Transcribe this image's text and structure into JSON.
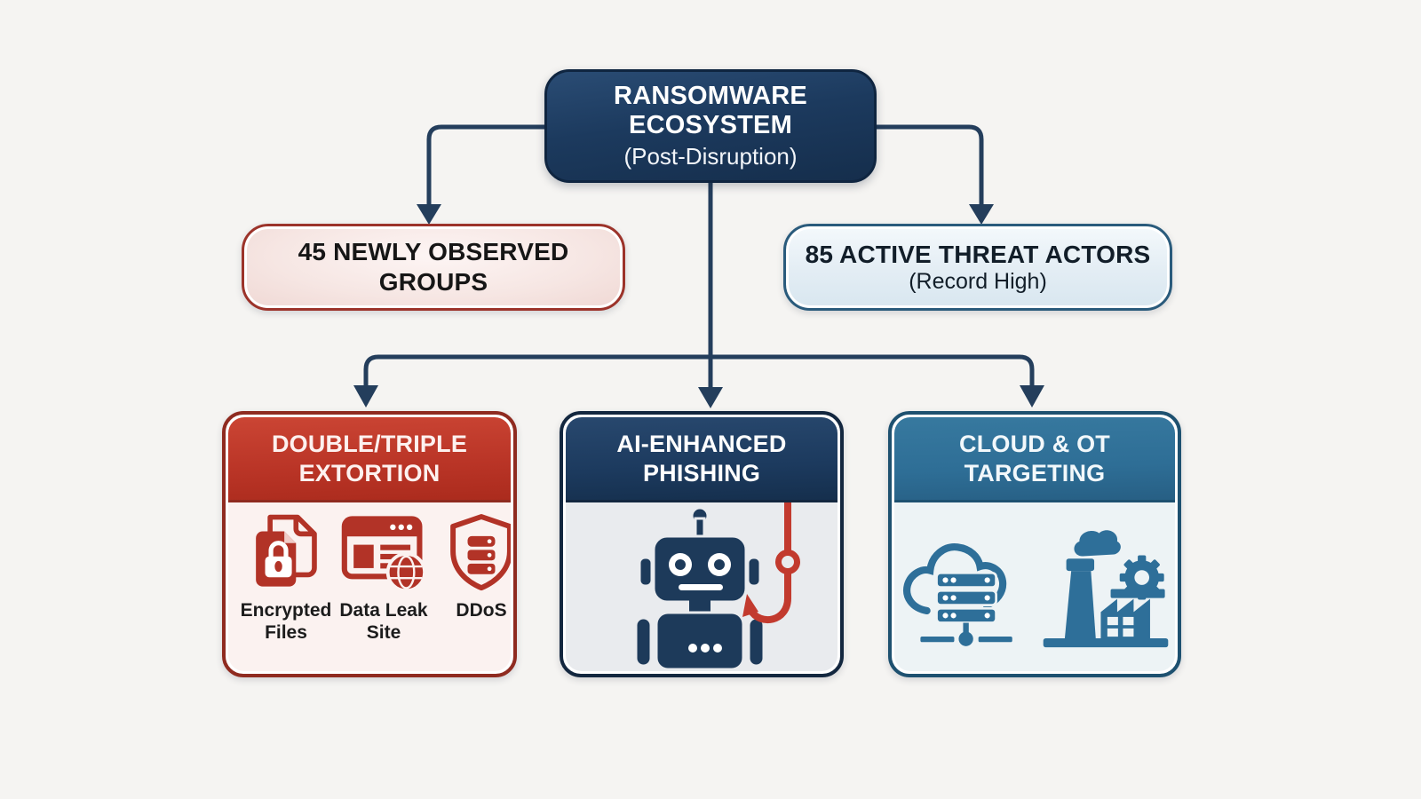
{
  "diagram": {
    "root": {
      "line1": "RANSOMWARE",
      "line2": "ECOSYSTEM",
      "subtitle": "(Post-Disruption)"
    },
    "groups_box": {
      "line1": "45 NEWLY OBSERVED",
      "line2": "GROUPS"
    },
    "actors_box": {
      "line1": "85 ACTIVE THREAT ACTORS",
      "line2": "(Record High)"
    },
    "extortion_box": {
      "line1": "DOUBLE/TRIPLE",
      "line2": "EXTORTION",
      "items": [
        {
          "icon": "encrypted-files-icon",
          "label": "Encrypted Files"
        },
        {
          "icon": "data-leak-site-icon",
          "label": "Data Leak Site"
        },
        {
          "icon": "ddos-shield-icon",
          "label": "DDoS"
        }
      ]
    },
    "phishing_box": {
      "line1": "AI-ENHANCED",
      "line2": "PHISHING",
      "icons": [
        "robot-icon",
        "fishing-hook-icon"
      ]
    },
    "cloud_box": {
      "line1": "CLOUD & OT",
      "line2": "TARGETING",
      "icons": [
        "cloud-server-icon",
        "factory-icon"
      ]
    }
  },
  "colors": {
    "navy": "#1c3a5e",
    "red": "#b23327",
    "steel_blue": "#2e6f99",
    "pink_fill": "#f6e6e3",
    "light_blue_fill": "#e3edf4",
    "connector": "#243e5c",
    "hook_red": "#c23a2e",
    "background": "#f5f4f2"
  }
}
